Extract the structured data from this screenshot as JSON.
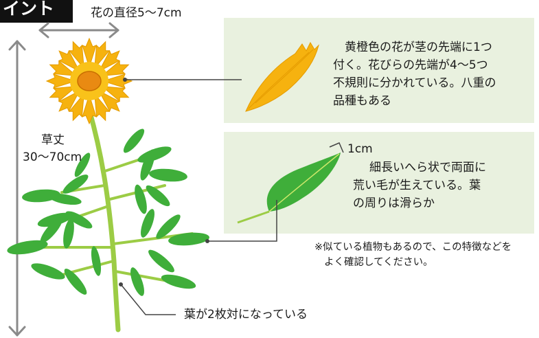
{
  "header": {
    "tab_text": "イント"
  },
  "flower_size": "花の直径5〜7cm",
  "plant_height": {
    "label": "草丈",
    "value": "30〜70cm"
  },
  "petal_panel": {
    "lines": [
      "黄橙色の花が茎の先端に1つ",
      "付く。花びらの先端が4〜5つ",
      "不規則に分かれている。八重の",
      "品種もある"
    ]
  },
  "leaf_panel": {
    "width_label": "1cm",
    "lines": [
      "細長いへら状で両面に",
      "荒い毛が生えている。葉",
      "の周りは滑らか"
    ]
  },
  "note": {
    "lines": [
      "※似ている植物もあるので、この特徴などを",
      "よく確認してください。"
    ]
  },
  "opposite_leaves": "葉が2枚対になっている",
  "colors": {
    "panel": "#e9f1df",
    "leaf": "#3fae3a",
    "stem": "#9ccc45",
    "petal": "#f6b20f",
    "center": "#e98a12",
    "line": "#444444"
  }
}
